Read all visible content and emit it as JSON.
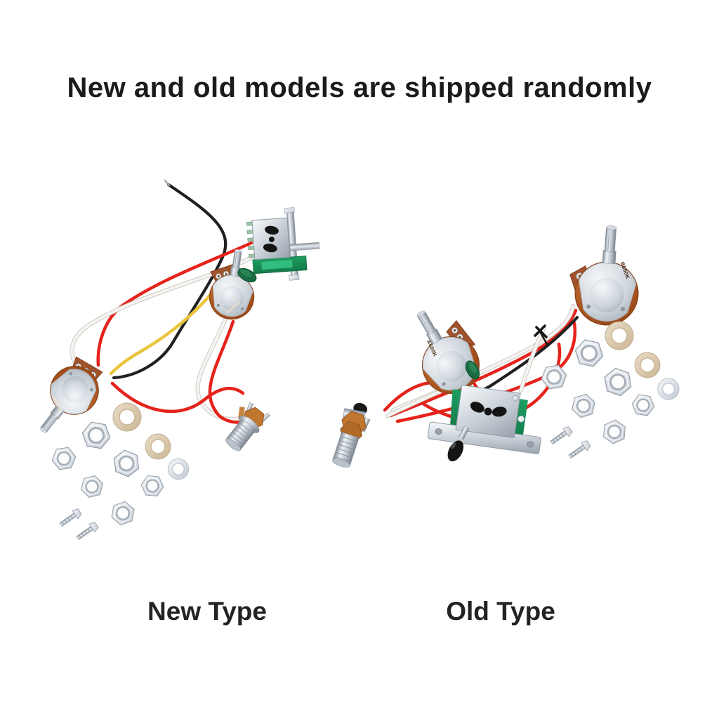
{
  "title": "New and old models are shipped randomly",
  "variants": {
    "new": {
      "label": "New Type"
    },
    "old": {
      "label": "Old Type"
    }
  },
  "markings": {
    "pot_b500k": "B500K",
    "pot_a500k": "A500K"
  },
  "components": {
    "selector_switch_icon": "5-way-selector-switch",
    "volume_pot_icon": "volume-potentiometer",
    "tone_pot_icon": "tone-potentiometer",
    "output_jack_icon": "output-jack",
    "tone_capacitor_icon": "green-tone-capacitor",
    "hex_nut_icon": "hex-nut",
    "gold_washer_icon": "gold-washer",
    "silver_washer_icon": "silver-washer",
    "screw_icon": "mounting-screw",
    "cable_tie_icon": "black-cable-tie",
    "wire_colors": [
      "red",
      "white",
      "black",
      "yellow"
    ]
  },
  "colors": {
    "background": "#ffffff",
    "text": "#1b1b1b",
    "wire_red": "#e5231b",
    "wire_white": "#f6f4f0",
    "wire_black": "#202022",
    "wire_yellow": "#e9c53e",
    "pot_body_copper": "#b05a26",
    "chrome_light": "#eef1f5",
    "chrome_dark": "#9aa3ad",
    "pcb_green": "#1e9e62",
    "capacitor_green": "#1a6b41",
    "washer_gold": "#d8c3a8",
    "washer_silver": "#dfe5ee"
  }
}
